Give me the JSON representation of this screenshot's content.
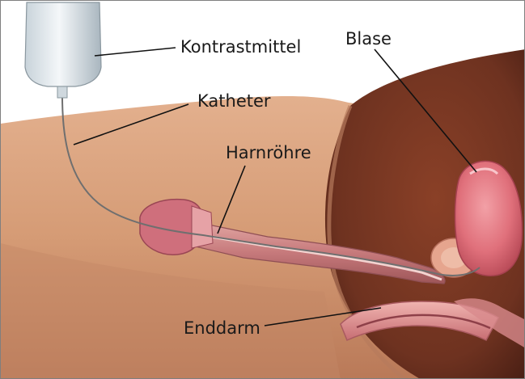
{
  "diagram": {
    "labels": {
      "contrast": "Kontrastmittel",
      "catheter": "Katheter",
      "urethra": "Harnröhre",
      "bladder": "Blase",
      "rectum": "Enddarm"
    },
    "colors": {
      "skin": "#d9a27c",
      "pelvis": "#6e3320",
      "bladder": "#e77a84",
      "urethra": "#c98383",
      "rectum": "#e49a98"
    }
  }
}
